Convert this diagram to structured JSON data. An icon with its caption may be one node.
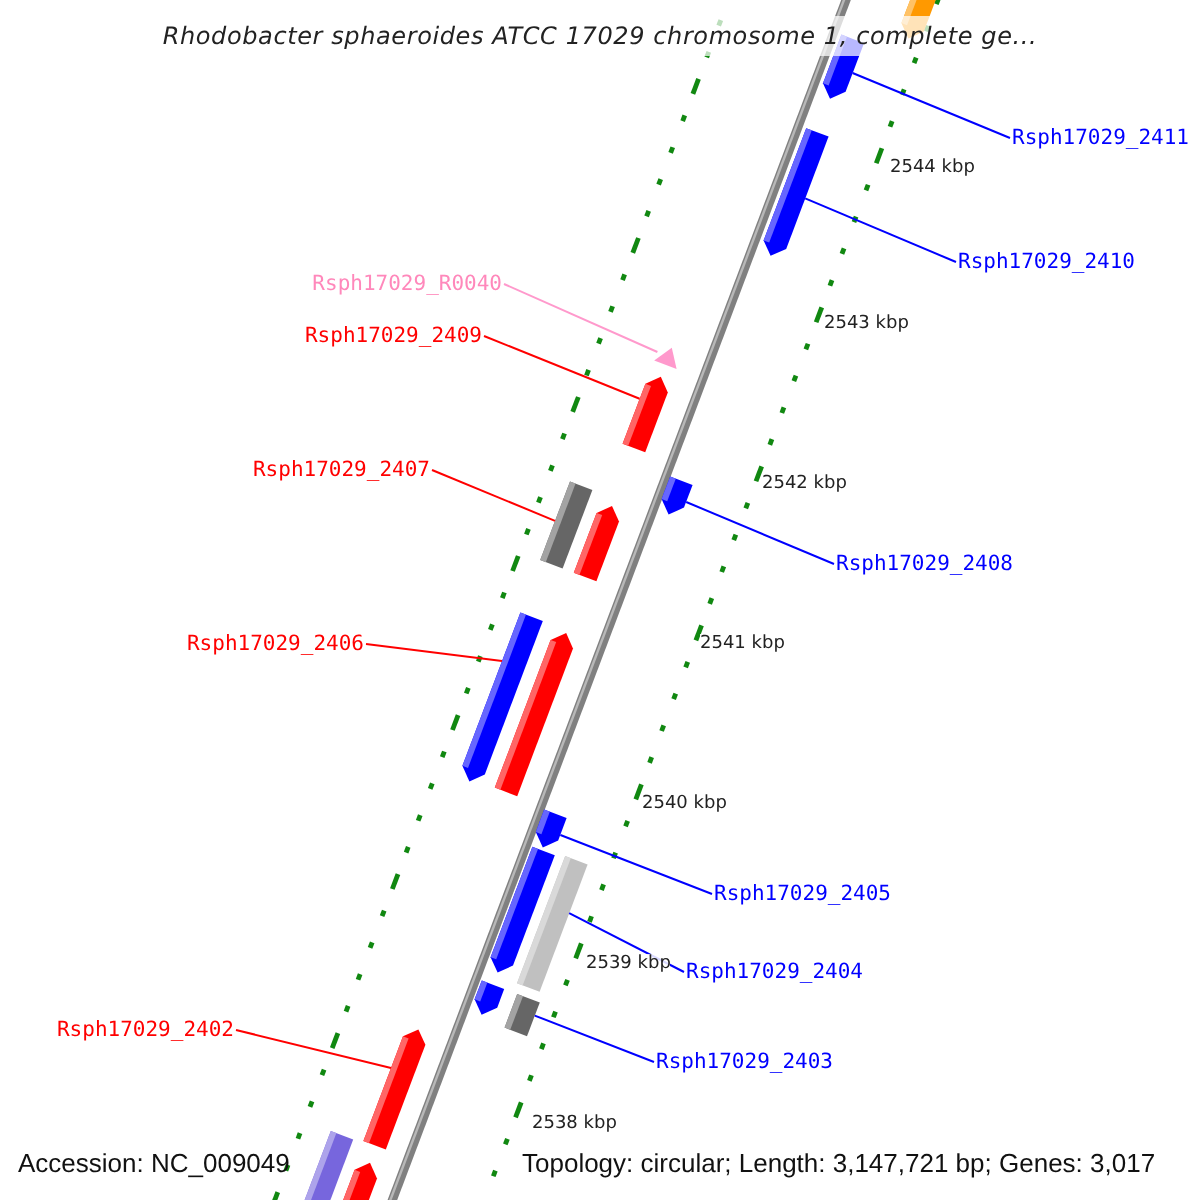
{
  "diagram": {
    "title": "Rhodobacter sphaeroides ATCC 17029 chromosome 1, complete ge...",
    "nodes": [
      {
        "text": [
          "Rsph17029_2411"
        ]
      },
      {
        "text": [
          "Rsph17029_2410"
        ]
      },
      {
        "text": [
          "Rsph17029_R0040"
        ]
      },
      {
        "text": [
          "Rsph17029_2409"
        ]
      },
      {
        "text": [
          "Rsph17029_2407"
        ]
      },
      {
        "text": [
          "Rsph17029_2408"
        ]
      },
      {
        "text": [
          "Rsph17029_2406"
        ]
      },
      {
        "text": [
          "Rsph17029_2405"
        ]
      },
      {
        "text": [
          "Rsph17029_2404"
        ]
      },
      {
        "text": [
          "Rsph17029_2402"
        ]
      },
      {
        "text": [
          "Rsph17029_2403"
        ]
      },
      {
        "text": [],
        "shape": "bar"
      },
      {
        "text": [],
        "shape": "bar"
      },
      {
        "text": [],
        "shape": "bar"
      },
      {
        "text": [],
        "shape": "bar"
      },
      {
        "text": [],
        "shape": "bar"
      },
      {
        "text": [],
        "shape": "bar"
      },
      {
        "text": [],
        "shape": "bar"
      },
      {
        "text": [],
        "shape": "bar"
      },
      {
        "text": [],
        "shape": "bar"
      },
      {
        "text": [],
        "shape": "bar"
      },
      {
        "text": [],
        "shape": "bar"
      },
      {
        "text": [],
        "shape": "bar"
      },
      {
        "text": [],
        "shape": "bar"
      },
      {
        "text": [],
        "shape": "bar"
      },
      {
        "text": [],
        "shape": "bar"
      },
      {
        "text": [],
        "shape": "bar"
      },
      {
        "text": [],
        "shape": "bar"
      },
      {
        "text": [],
        "shape": "bar"
      }
    ],
    "edges": [
      {
        "from": 0,
        "to": 13,
        "arrow": "none"
      },
      {
        "from": 1,
        "to": 14,
        "arrow": "none"
      },
      {
        "from": 2,
        "to": 15,
        "arrow": "none",
        "color": "#ff99cc"
      },
      {
        "from": 3,
        "to": 16,
        "arrow": "none",
        "color": "#ff0000"
      },
      {
        "from": 4,
        "to": 17,
        "arrow": "none",
        "color": "#ff0000"
      },
      {
        "from": 5,
        "to": 18,
        "arrow": "none"
      },
      {
        "from": 6,
        "to": 19,
        "arrow": "none",
        "color": "#ff0000"
      },
      {
        "from": 7,
        "to": 20,
        "arrow": "none"
      },
      {
        "from": 8,
        "to": 11,
        "arrow": "none"
      },
      {
        "from": 9,
        "to": 21,
        "arrow": "none",
        "color": "#ff0000"
      },
      {
        "from": 10,
        "to": 12,
        "arrow": "none"
      }
    ],
    "labels": [
      "2544 kbp",
      "2543 kbp",
      "2542 kbp",
      "2541 kbp",
      "2540 kbp",
      "2539 kbp",
      "2538 kbp",
      "Accession: NC_009049",
      "Topology: circular; Length: 3,147,721 bp; Genes: 3,017"
    ]
  }
}
